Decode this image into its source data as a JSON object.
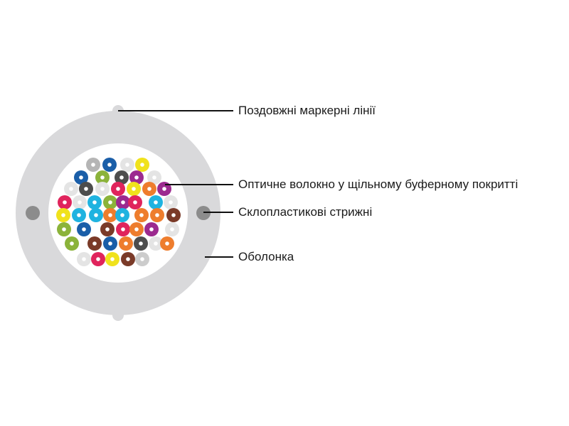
{
  "labels": {
    "marker_lines": "Поздовжні маркерні лінії",
    "tight_buffer_fiber": "Оптичне волокно у щільному буферному покритті",
    "frp_rods": "Склопластикові стрижні",
    "jacket": "Оболонка"
  },
  "colors": {
    "jacket": "#d9d9db",
    "core": "#ffffff",
    "rod": "#8c8c8c",
    "leader": "#111111",
    "fiber_center": "#ffffff",
    "palette": {
      "white": "#e4e4e4",
      "black": "#4d4d4d",
      "blue": "#1a5ea8",
      "olive": "#8bb33a",
      "yellow": "#f0e21c",
      "red": "#e0245c",
      "magenta": "#9c2a8f",
      "brown": "#7a3a28",
      "cyan": "#1fb3e0",
      "orange": "#ee7d2d",
      "gray": "#b5b5b5"
    }
  },
  "fibers": [
    "gray",
    "blue",
    "white",
    "yellow",
    "blue",
    "olive",
    "black",
    "magenta",
    "white",
    "white",
    "black",
    "white",
    "red",
    "yellow",
    "orange",
    "magenta",
    "red",
    "white",
    "cyan",
    "olive",
    "magenta",
    "red",
    "cyan",
    "white",
    "yellow",
    "cyan",
    "cyan",
    "orange",
    "cyan",
    "orange",
    "orange",
    "brown",
    "olive",
    "blue",
    "brown",
    "red",
    "orange",
    "magenta",
    "white",
    "olive",
    "brown",
    "blue",
    "orange",
    "black",
    "white",
    "orange",
    "white",
    "red",
    "yellow",
    "brown"
  ]
}
